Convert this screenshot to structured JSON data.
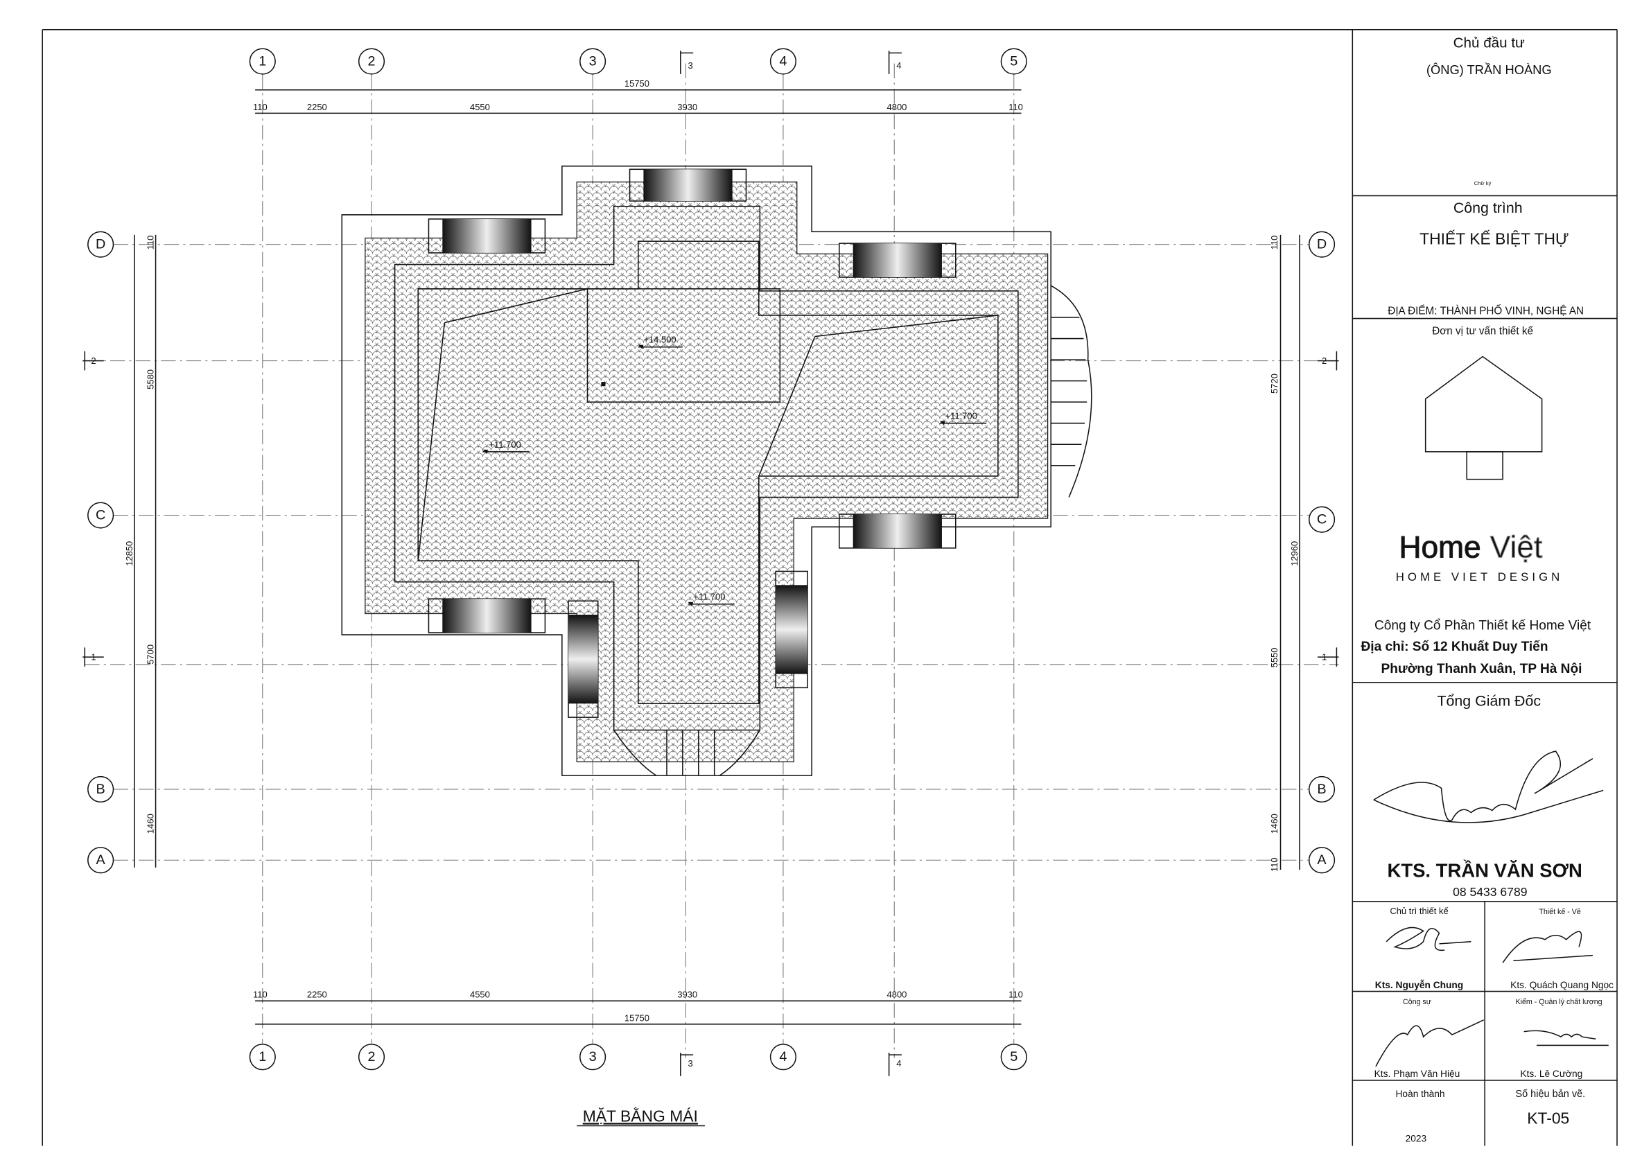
{
  "drawing": {
    "title": "MẶT BẰNG MÁI",
    "grid_columns": [
      "1",
      "2",
      "3",
      "4",
      "5"
    ],
    "grid_rows": [
      "D",
      "C",
      "B",
      "A"
    ],
    "section_marks": {
      "top_a": "3",
      "top_b": "4",
      "left_a": "2",
      "left_b": "1"
    },
    "dims_horizontal": {
      "overall": "15750",
      "segments": [
        "110",
        "2250",
        "4550",
        "3930",
        "4800",
        "110"
      ]
    },
    "dims_left": {
      "overall": "12850",
      "segments": [
        "110",
        "5580",
        "5700",
        "1460"
      ]
    },
    "dims_right": {
      "overall": "12960",
      "segments": [
        "110",
        "5720",
        "5550",
        "1460",
        "110"
      ]
    },
    "levels": {
      "top": "+14.500",
      "left": "+11.700",
      "right": "+11.700",
      "bottom": "+11.700"
    }
  },
  "title_block": {
    "investor_label": "Chủ đầu tư",
    "investor_name": "(ÔNG) TRẦN HOÀNG",
    "signature_label": "Chữ ký",
    "project_label": "Công trình",
    "project_name": "THIẾT KẾ BIỆT THỰ",
    "location": "ĐỊA ĐIỂM: THÀNH PHỐ VINH, NGHỆ AN",
    "consultant_label": "Đơn vị tư vấn thiết kế",
    "logo_text_a": "Home",
    "logo_text_b": "Việt",
    "logo_sub": "HOME VIET DESIGN",
    "company": "Công ty Cổ Phần Thiết kế Home Việt",
    "address1": "Địa chỉ: Số 12 Khuất Duy Tiến",
    "address2": "Phường Thanh Xuân, TP Hà Nội",
    "director_label": "Tổng Giám Đốc",
    "director_name": "KTS. TRẦN VĂN SƠN",
    "phone": "08 5433 6789",
    "roles": [
      {
        "role": "Chủ trì thiết kế",
        "name": "Kts. Nguyễn Chung"
      },
      {
        "role": "Thiết kế - Vẽ",
        "name": "Kts. Quách Quang Ngọc"
      },
      {
        "role": "Cộng sự",
        "name": "Kts. Phạm Văn Hiệu"
      },
      {
        "role": "Kiểm - Quản lý chất lượng",
        "name": "Kts. Lê Cường"
      }
    ],
    "completed_label": "Hoàn thành",
    "year": "2023",
    "sheet_label": "Số hiệu bản vẽ.",
    "sheet_no": "KT-05"
  }
}
